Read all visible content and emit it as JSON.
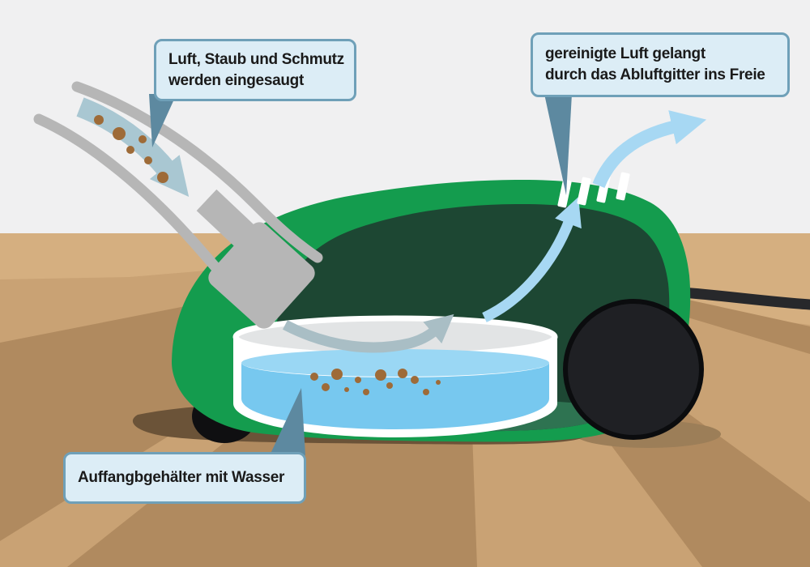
{
  "callouts": {
    "intake": {
      "line1": "Luft, Staub und Schmutz",
      "line2": "werden eingesaugt"
    },
    "exhaust": {
      "line1": "gereinigte Luft gelangt",
      "line2": "durch das Abluftgitter ins Freie"
    },
    "water_container": {
      "line1": "Auffangbgehälter mit Wasser"
    }
  },
  "colors": {
    "wall": "#f0f0f1",
    "floor_base": "#c9a274",
    "floor_light": "#d5af80",
    "floor_dark": "#b08a5f",
    "shadow": "#6b5338",
    "wheel_shadow": "#9c7e58",
    "shell_green": "#149c4e",
    "cavity_green": "#1d4733",
    "body_floor_green": "#2e7351",
    "container_white": "#ffffff",
    "container_top_gray": "#e2e4e5",
    "water_main": "#77c8ef",
    "water_surface": "#9ad7f4",
    "dust_brown": "#9e6b38",
    "hose_gray": "#b6b6b6",
    "hose_channel": "#a9c7d2",
    "swoosh_gray": "#a9bec5",
    "arrow_blue": "#a7d8f3",
    "cord_black": "#27282b",
    "wheel_black": "#1f2024",
    "wheel_rim": "#0b0c0e",
    "callout_fill": "#dcedf6",
    "callout_border": "#6fa0b8",
    "pointer_steel": "#5d89a0"
  }
}
